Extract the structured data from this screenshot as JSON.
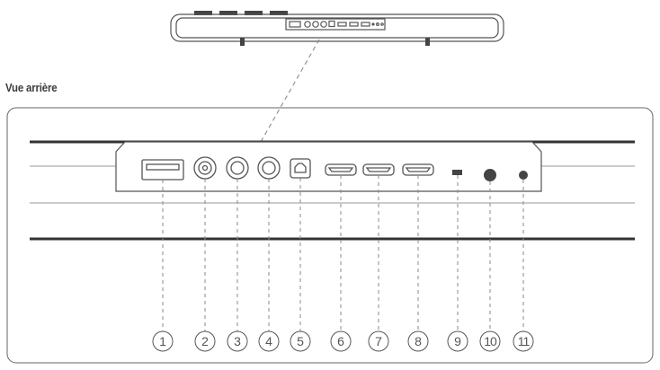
{
  "title": "Vue arrière",
  "callouts": [
    "1",
    "2",
    "3",
    "4",
    "5",
    "6",
    "7",
    "8",
    "9",
    "10",
    "11"
  ],
  "colors": {
    "stroke": "#555555",
    "dash": "#8a8a8a",
    "bar": "#333333",
    "frame": "#666666"
  }
}
